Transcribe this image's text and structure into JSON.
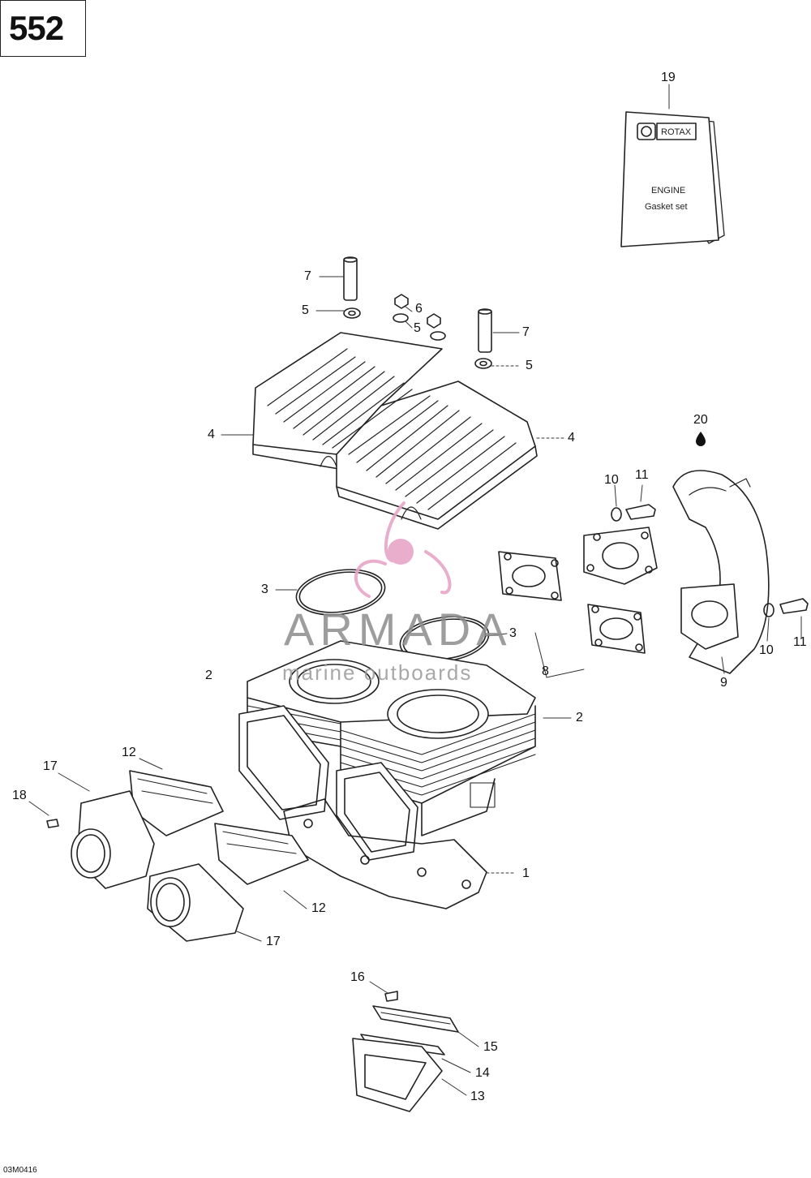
{
  "page_number": "552",
  "figure_code": "03M0416",
  "watermark": {
    "name": "ARMADA",
    "tagline": "marine outboards",
    "accent_color": "#e8a6c8"
  },
  "gasket_set_doc": {
    "brand": "ROTAX",
    "title": "ENGINE",
    "subtitle": "Gasket set"
  },
  "callouts": [
    {
      "id": "c-19",
      "text": "19"
    },
    {
      "id": "c-7a",
      "text": "7"
    },
    {
      "id": "c-5a",
      "text": "5"
    },
    {
      "id": "c-6",
      "text": "6"
    },
    {
      "id": "c-5b",
      "text": "5"
    },
    {
      "id": "c-7b",
      "text": "7"
    },
    {
      "id": "c-5c",
      "text": "5"
    },
    {
      "id": "c-4a",
      "text": "4"
    },
    {
      "id": "c-4b",
      "text": "4"
    },
    {
      "id": "c-20",
      "text": "20"
    },
    {
      "id": "c-10a",
      "text": "10"
    },
    {
      "id": "c-11a",
      "text": "11"
    },
    {
      "id": "c-3a",
      "text": "3"
    },
    {
      "id": "c-3b",
      "text": "3"
    },
    {
      "id": "c-2a",
      "text": "2"
    },
    {
      "id": "c-2b",
      "text": "2"
    },
    {
      "id": "c-8",
      "text": "8"
    },
    {
      "id": "c-9",
      "text": "9"
    },
    {
      "id": "c-10b",
      "text": "10"
    },
    {
      "id": "c-11b",
      "text": "11"
    },
    {
      "id": "c-12a",
      "text": "12"
    },
    {
      "id": "c-17a",
      "text": "17"
    },
    {
      "id": "c-18",
      "text": "18"
    },
    {
      "id": "c-1",
      "text": "1"
    },
    {
      "id": "c-12b",
      "text": "12"
    },
    {
      "id": "c-17b",
      "text": "17"
    },
    {
      "id": "c-16",
      "text": "16"
    },
    {
      "id": "c-15",
      "text": "15"
    },
    {
      "id": "c-14",
      "text": "14"
    },
    {
      "id": "c-13",
      "text": "13"
    }
  ]
}
